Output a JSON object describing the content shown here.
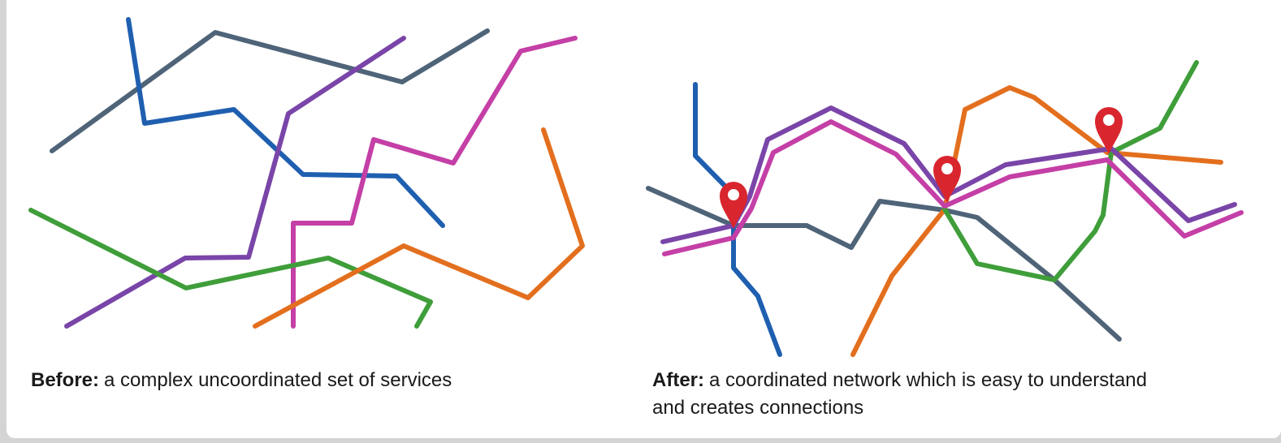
{
  "before": {
    "caption_bold": "Before:",
    "caption_text": "a complex uncoordinated set of services"
  },
  "after": {
    "caption_bold": "After:",
    "caption_text": "a coordinated network which is easy to understand and creates connections"
  },
  "colors": {
    "blue": "#1f5fb0",
    "slate": "#4f6478",
    "purple": "#7a45a8",
    "magenta": "#c43fa6",
    "green": "#3f9e3a",
    "orange": "#e36f1e",
    "pin": "#d9262e"
  },
  "icons": [
    "location-pin-icon",
    "location-pin-icon",
    "location-pin-icon"
  ]
}
